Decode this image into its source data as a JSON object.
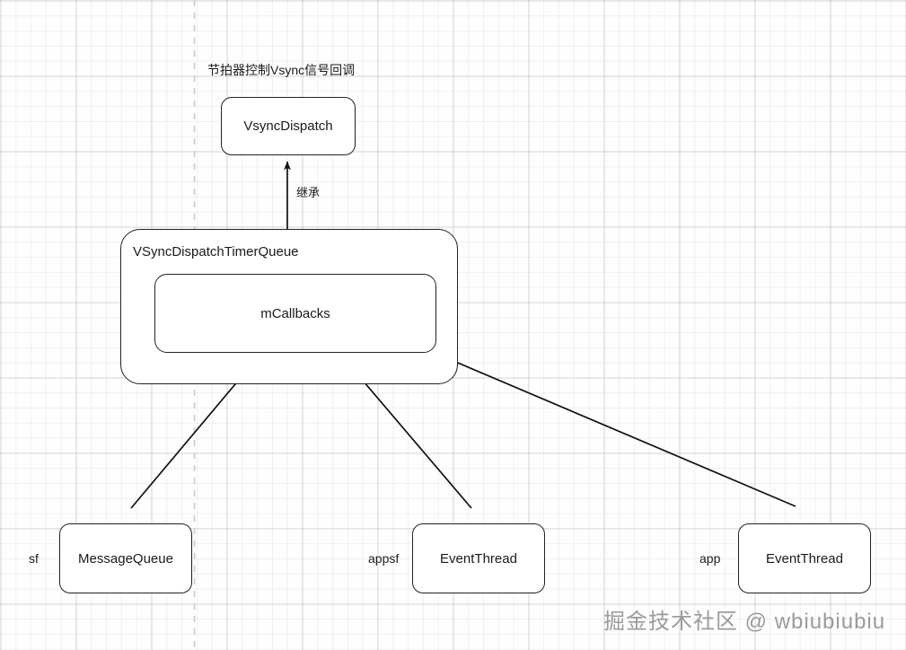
{
  "diagram": {
    "caption": "节拍器控制Vsync信号回调",
    "watermark": "掘金技术社区 @ wbiubiubiu",
    "nodes": {
      "vsync_dispatch": {
        "label": "VsyncDispatch"
      },
      "timer_queue": {
        "label": "VSyncDispatchTimerQueue"
      },
      "mcallbacks": {
        "label": "mCallbacks"
      },
      "message_queue": {
        "label": "MessageQueue",
        "side_label": "sf"
      },
      "event_thread_appsf": {
        "label": "EventThread",
        "side_label": "appsf"
      },
      "event_thread_app": {
        "label": "EventThread",
        "side_label": "app"
      }
    },
    "edges": {
      "inherit": {
        "label": "继承",
        "from": "VSyncDispatchTimerQueue",
        "to": "VsyncDispatch"
      },
      "sf_to_callbacks": {
        "label": "",
        "from": "MessageQueue",
        "to": "mCallbacks"
      },
      "appsf_to_callbacks": {
        "label": "",
        "from": "EventThread",
        "to": "mCallbacks"
      },
      "app_to_callbacks": {
        "label": "",
        "from": "EventThread",
        "to": "mCallbacks"
      }
    },
    "colors": {
      "stroke": "#222222",
      "background": "#fefefe",
      "grid_minor": "#f0f0f0",
      "grid_major": "#e0e0e0",
      "watermark": "#9b9b9b"
    }
  }
}
